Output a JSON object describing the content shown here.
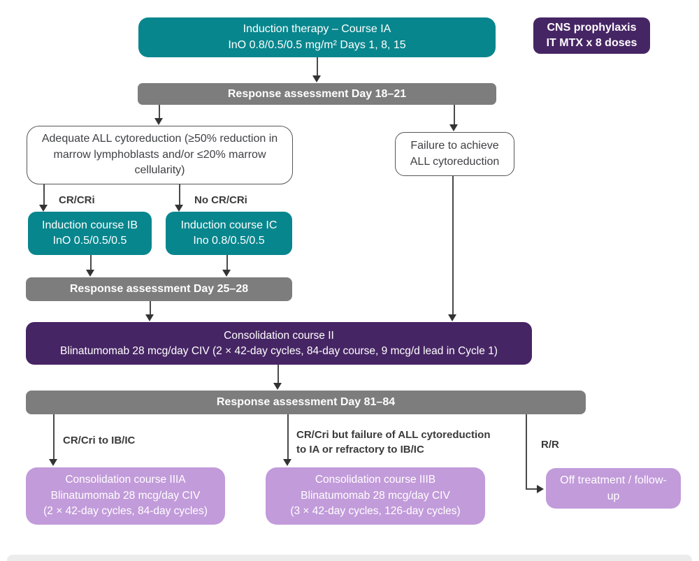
{
  "colors": {
    "teal": "#08868d",
    "dark-purple": "#462564",
    "gray": "#7d7d7d",
    "light-purple": "#c29bda",
    "line": "#4a4a4a",
    "text-dark": "#3f4044"
  },
  "flowchart": {
    "induction_ia": {
      "title": "Induction therapy – Course IA",
      "detail": "InO 0.8/0.5/0.5 mg/m² Days 1, 8, 15"
    },
    "cns_prophylaxis": {
      "title": "CNS prophylaxis",
      "detail": "IT MTX x 8 doses"
    },
    "response_1": "Response assessment Day 18–21",
    "adequate_cytoreduction": "Adequate ALL cytoreduction (≥50% reduction in marrow lymphoblasts and/or ≤20% marrow cellularity)",
    "failure_cytoreduction": {
      "line1": "Failure to achieve",
      "line2": "ALL cytoreduction"
    },
    "label_cr": "CR/CRi",
    "label_no_cr": "No CR/CRi",
    "induction_ib": {
      "title": "Induction course IB",
      "detail": "InO 0.5/0.5/0.5"
    },
    "induction_ic": {
      "title": "Induction course IC",
      "detail": "Ino 0.8/0.5/0.5"
    },
    "response_2": "Response assessment Day 25–28",
    "consolidation_ii": {
      "title": "Consolidation course II",
      "detail": "Blinatumomab 28 mcg/day CIV (2 × 42-day cycles, 84-day course, 9 mcg/d lead in Cycle 1)"
    },
    "response_3": "Response assessment Day 81–84",
    "label_cr_ib_ic": "CR/Cri to IB/IC",
    "label_cr_failure": {
      "line1": "CR/Cri but failure of ALL cytoreduction",
      "line2": "to IA or refractory to IB/IC"
    },
    "label_rr": "R/R",
    "consolidation_iiia": {
      "title": "Consolidation course IIIA",
      "detail1": "Blinatumomab 28 mcg/day CIV",
      "detail2": "(2 × 42-day cycles, 84-day cycles)"
    },
    "consolidation_iiib": {
      "title": "Consolidation course IIIB",
      "detail1": "Blinatumomab 28 mcg/day CIV",
      "detail2": "(3 × 42-day cycles, 126-day cycles)"
    },
    "off_treatment": "Off treatment / follow-up"
  }
}
